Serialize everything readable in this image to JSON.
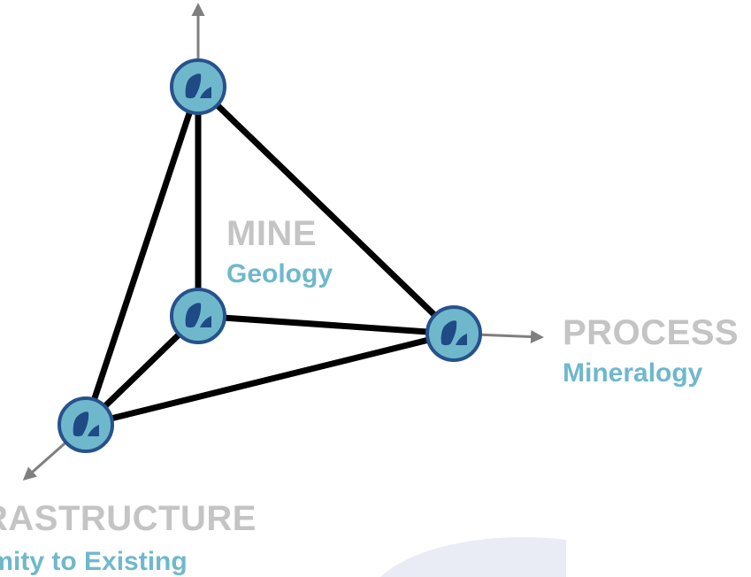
{
  "colors": {
    "title_gray": "#c4c4c4",
    "subtitle_teal": "#6fb8cc",
    "edge_black": "#000000",
    "axis_gray": "#7f7f7f",
    "node_fill": "#6fb8cc",
    "node_ring": "#26528c",
    "glyph_blue": "#1f4a86",
    "watermark": "#e9ecf4"
  },
  "labels": {
    "mine": {
      "title": "MINE",
      "subtitle": "Geology"
    },
    "process": {
      "title": "PROCESS",
      "subtitle": "Mineralogy"
    },
    "infrastructure": {
      "title": "RASTRUCTURE",
      "subtitle": "imity to Existing"
    }
  },
  "nodes": [
    {
      "id": "top",
      "icon": "logo-icon"
    },
    {
      "id": "center",
      "icon": "logo-icon"
    },
    {
      "id": "right",
      "icon": "logo-icon"
    },
    {
      "id": "bottom-left",
      "icon": "logo-icon"
    }
  ]
}
